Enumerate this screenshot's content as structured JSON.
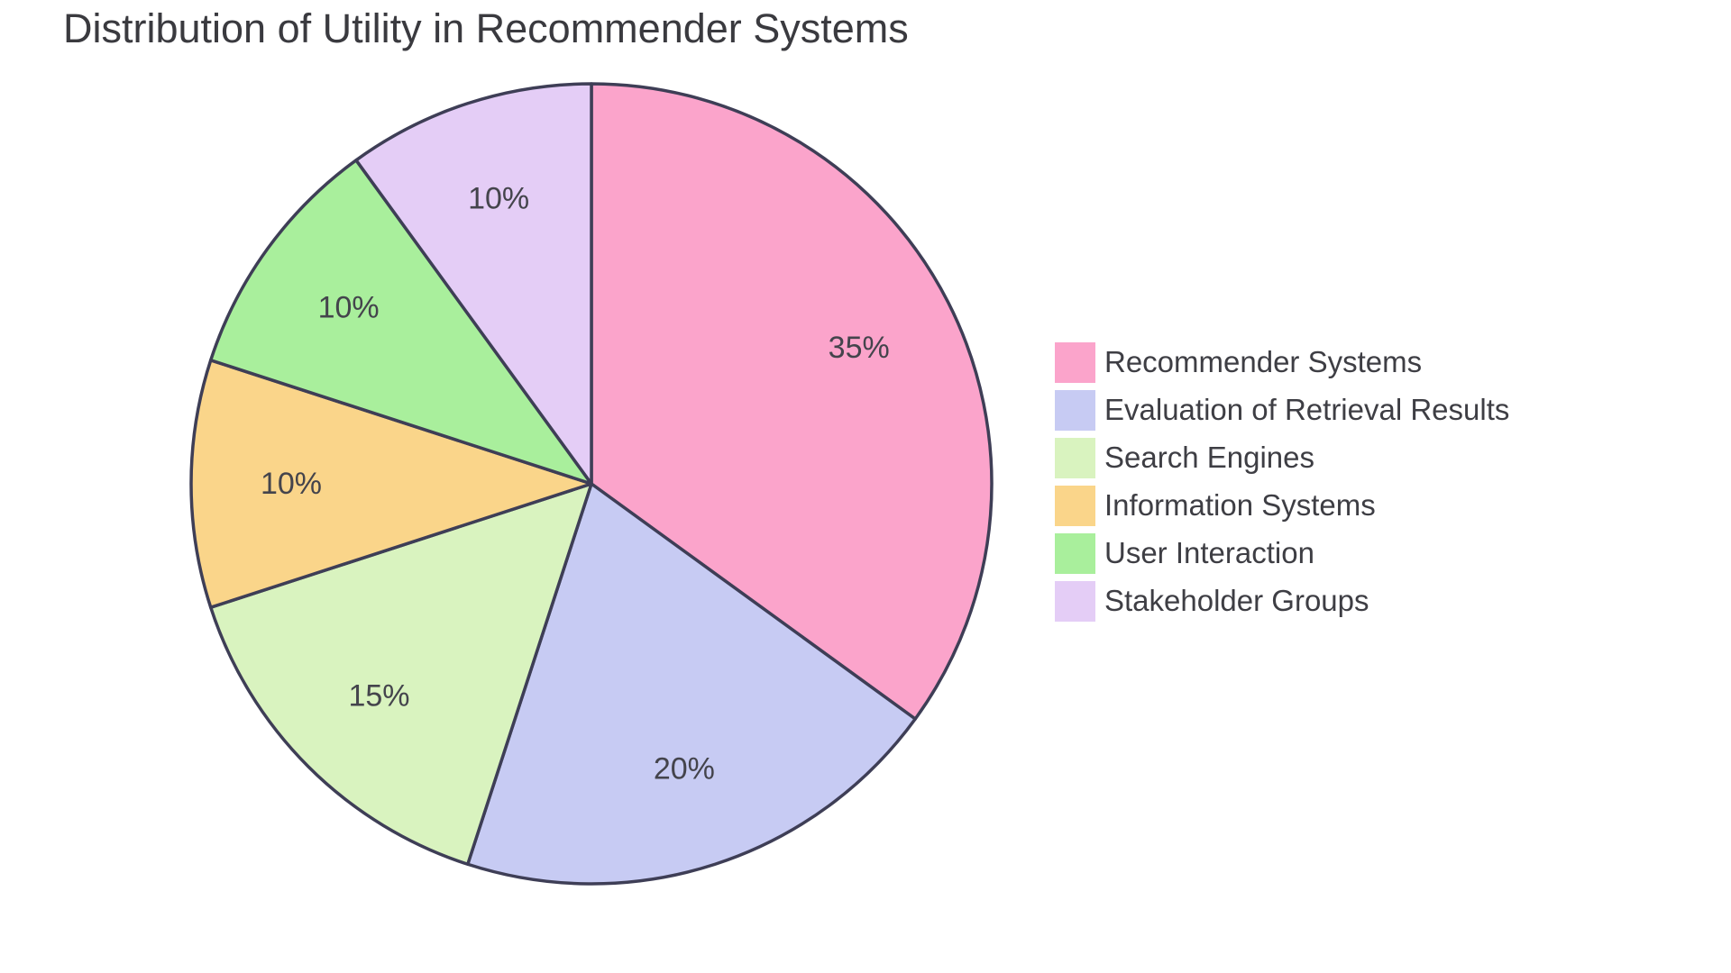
{
  "chart_data": {
    "type": "pie",
    "title": "Distribution of Utility in Recommender Systems",
    "labels": [
      "Recommender Systems",
      "Evaluation of Retrieval Results",
      "Search Engines",
      "Information Systems",
      "User Interaction",
      "Stakeholder Groups"
    ],
    "values": [
      35,
      20,
      15,
      10,
      10,
      10
    ],
    "percent_labels": [
      "35%",
      "20%",
      "15%",
      "10%",
      "10%",
      "10%"
    ],
    "colors": [
      "#FBA4CB",
      "#C7CBF3",
      "#D9F3BF",
      "#FAD58A",
      "#A9EF9C",
      "#E4CDF6"
    ],
    "start_angle_deg": 0,
    "direction": "clockwise",
    "legend_position": "right",
    "slice_border_color": "#3E3E56",
    "slice_border_width": 3.5,
    "label_distance": 0.75,
    "title_color": "#3A3A3F",
    "percent_label_color": "#44444C",
    "legend_text_color": "#3E3E44",
    "background_color": "#FFFFFF"
  }
}
